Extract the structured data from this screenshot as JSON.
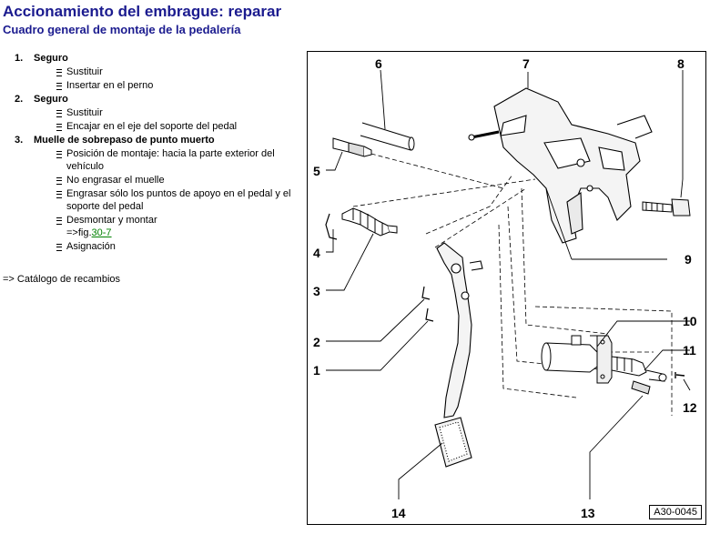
{
  "title": "Accionamiento del embrague: reparar",
  "subtitle": "Cuadro general de montaje de la pedalería",
  "items": [
    {
      "num": "1.",
      "label": "Seguro",
      "subs": [
        "Sustituir",
        "Insertar en el perno"
      ]
    },
    {
      "num": "2.",
      "label": "Seguro",
      "subs": [
        "Sustituir",
        "Encajar en el eje del soporte del pedal"
      ]
    },
    {
      "num": "3.",
      "label": "Muelle de sobrepaso de punto muerto",
      "subs": [
        "Posición de montaje: hacia la parte exterior del vehículo",
        "No engrasar el muelle",
        "Engrasar sólo los puntos de apoyo en el pedal y el soporte del pedal",
        "Desmontar y montar"
      ],
      "figref_prefix": "=>fig.",
      "figref_link": "30-7",
      "subs_after": [
        "Asignación"
      ]
    }
  ],
  "catalog": "=> Catálogo de recambios",
  "figure": {
    "code": "A30-0045",
    "callouts": [
      "1",
      "2",
      "3",
      "4",
      "5",
      "6",
      "7",
      "8",
      "9",
      "10",
      "11",
      "12",
      "13",
      "14"
    ]
  },
  "colors": {
    "heading": "#1b1b8f",
    "link": "#008000"
  }
}
